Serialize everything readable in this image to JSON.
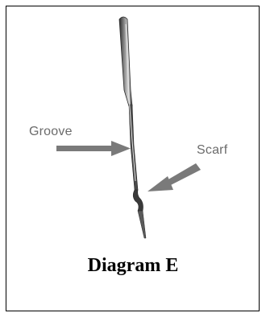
{
  "diagram": {
    "labels": {
      "groove": "Groove",
      "scarf": "Scarf"
    },
    "caption": "Diagram E",
    "colors": {
      "border": "#000000",
      "label_text": "#6b6b6b",
      "arrow": "#7a7a7a",
      "needle_dark": "#3a3a3a",
      "needle_light": "#c8c8c8",
      "caption_text": "#000000"
    },
    "icons": {
      "needle": "sewing-needle-illustration",
      "arrow": "gray-pointer-arrow"
    }
  }
}
